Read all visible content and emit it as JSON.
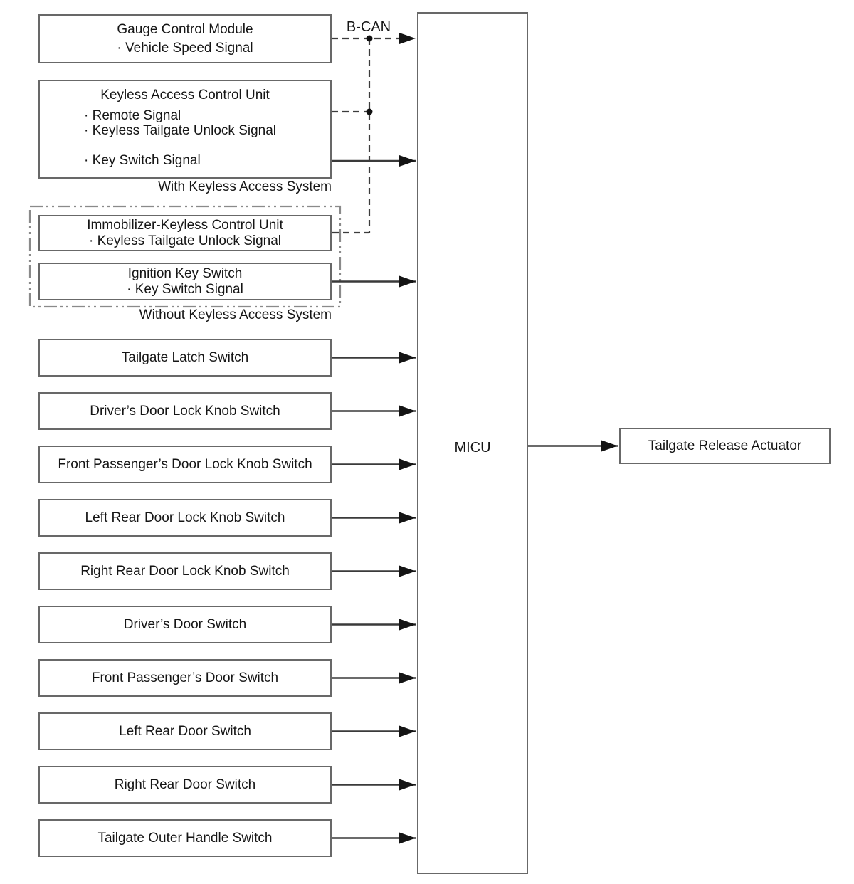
{
  "labels": {
    "bcan": "B-CAN",
    "micu": "MICU",
    "actuator": "Tailgate Release Actuator",
    "with_keyless": "With Keyless Access System",
    "without_keyless": "Without Keyless Access System"
  },
  "gauge_box": {
    "title": "Gauge Control Module",
    "item": "· Vehicle Speed Signal"
  },
  "keyless_box": {
    "title": "Keyless Access Control Unit",
    "item1": "· Remote Signal",
    "item2": "· Keyless Tailgate Unlock Signal",
    "item3": "· Key Switch Signal"
  },
  "immobilizer_box": {
    "title": "Immobilizer-Keyless Control Unit",
    "item": "· Keyless Tailgate Unlock Signal"
  },
  "ignition_box": {
    "title": "Ignition Key Switch",
    "item": "· Key Switch Signal"
  },
  "switches": [
    "Tailgate Latch Switch",
    "Driver’s Door Lock Knob Switch",
    "Front Passenger’s Door Lock Knob Switch",
    "Left Rear Door Lock Knob Switch",
    "Right Rear Door Lock Knob Switch",
    "Driver’s Door Switch",
    "Front Passenger’s Door Switch",
    "Left Rear Door Switch",
    "Right Rear Door Switch",
    "Tailgate Outer Handle Switch"
  ],
  "colors": {
    "box_border": "#686868",
    "wire": "#3c3c3c",
    "arrowhead": "#141414",
    "group_border": "#8a8a8a"
  }
}
